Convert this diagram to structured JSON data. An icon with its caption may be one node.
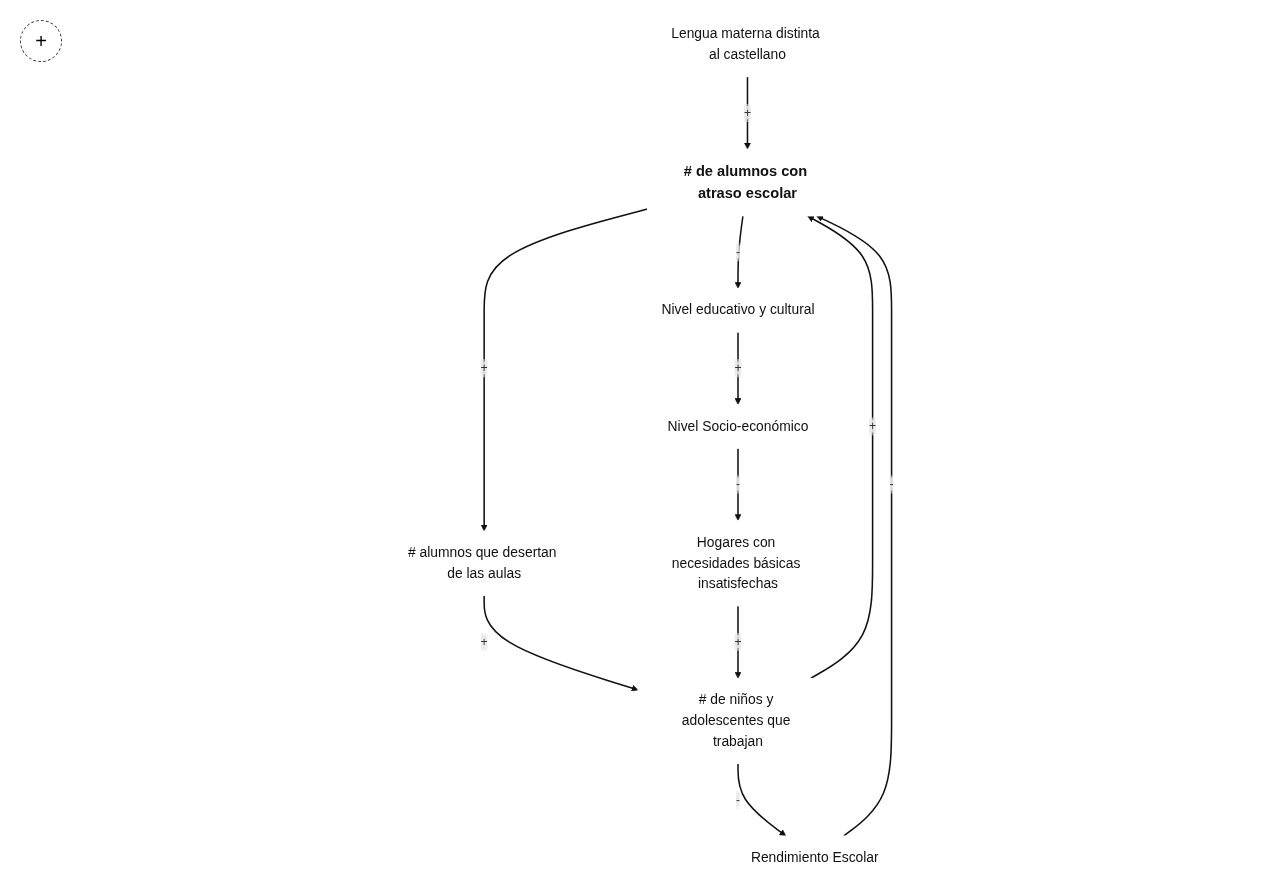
{
  "diagram": {
    "nodes": [
      {
        "text": [
          "Lengua materna distinta al castellano"
        ]
      },
      {
        "text": [
          "Nivel educativo y cultural"
        ]
      },
      {
        "text": [
          "# de alumnos con atraso escolar"
        ]
      },
      {
        "text": [
          "Rendimiento Escolar"
        ]
      },
      {
        "text": [
          "Nivel Socio-económico"
        ]
      },
      {
        "text": [
          "# de niños y adolescentes que trabajan"
        ]
      },
      {
        "text": [
          "# alumnos que desertan de las aulas"
        ]
      },
      {
        "text": [
          "Hogares con necesidades básicas insatisfechas"
        ]
      }
    ],
    "edges": [
      {
        "from": 0,
        "to": 2,
        "arrow": "to",
        "label": "+"
      },
      {
        "from": 3,
        "to": 2,
        "arrow": "to",
        "label": "-"
      },
      {
        "from": 2,
        "to": 1,
        "arrow": "to",
        "label": "-"
      },
      {
        "from": 1,
        "to": 4,
        "arrow": "to",
        "label": "+"
      },
      {
        "from": 2,
        "to": 6,
        "arrow": "to",
        "label": "+"
      },
      {
        "from": 4,
        "to": 7,
        "arrow": "to",
        "label": "-"
      },
      {
        "from": 6,
        "to": 5,
        "arrow": "to",
        "label": "+"
      },
      {
        "from": 5,
        "to": 2,
        "arrow": "to",
        "label": "+"
      },
      {
        "from": 5,
        "to": 3,
        "arrow": "to",
        "label": "-"
      },
      {
        "from": 7,
        "to": 5,
        "arrow": "to",
        "label": "+"
      }
    ],
    "labels": [
      "+"
    ]
  }
}
